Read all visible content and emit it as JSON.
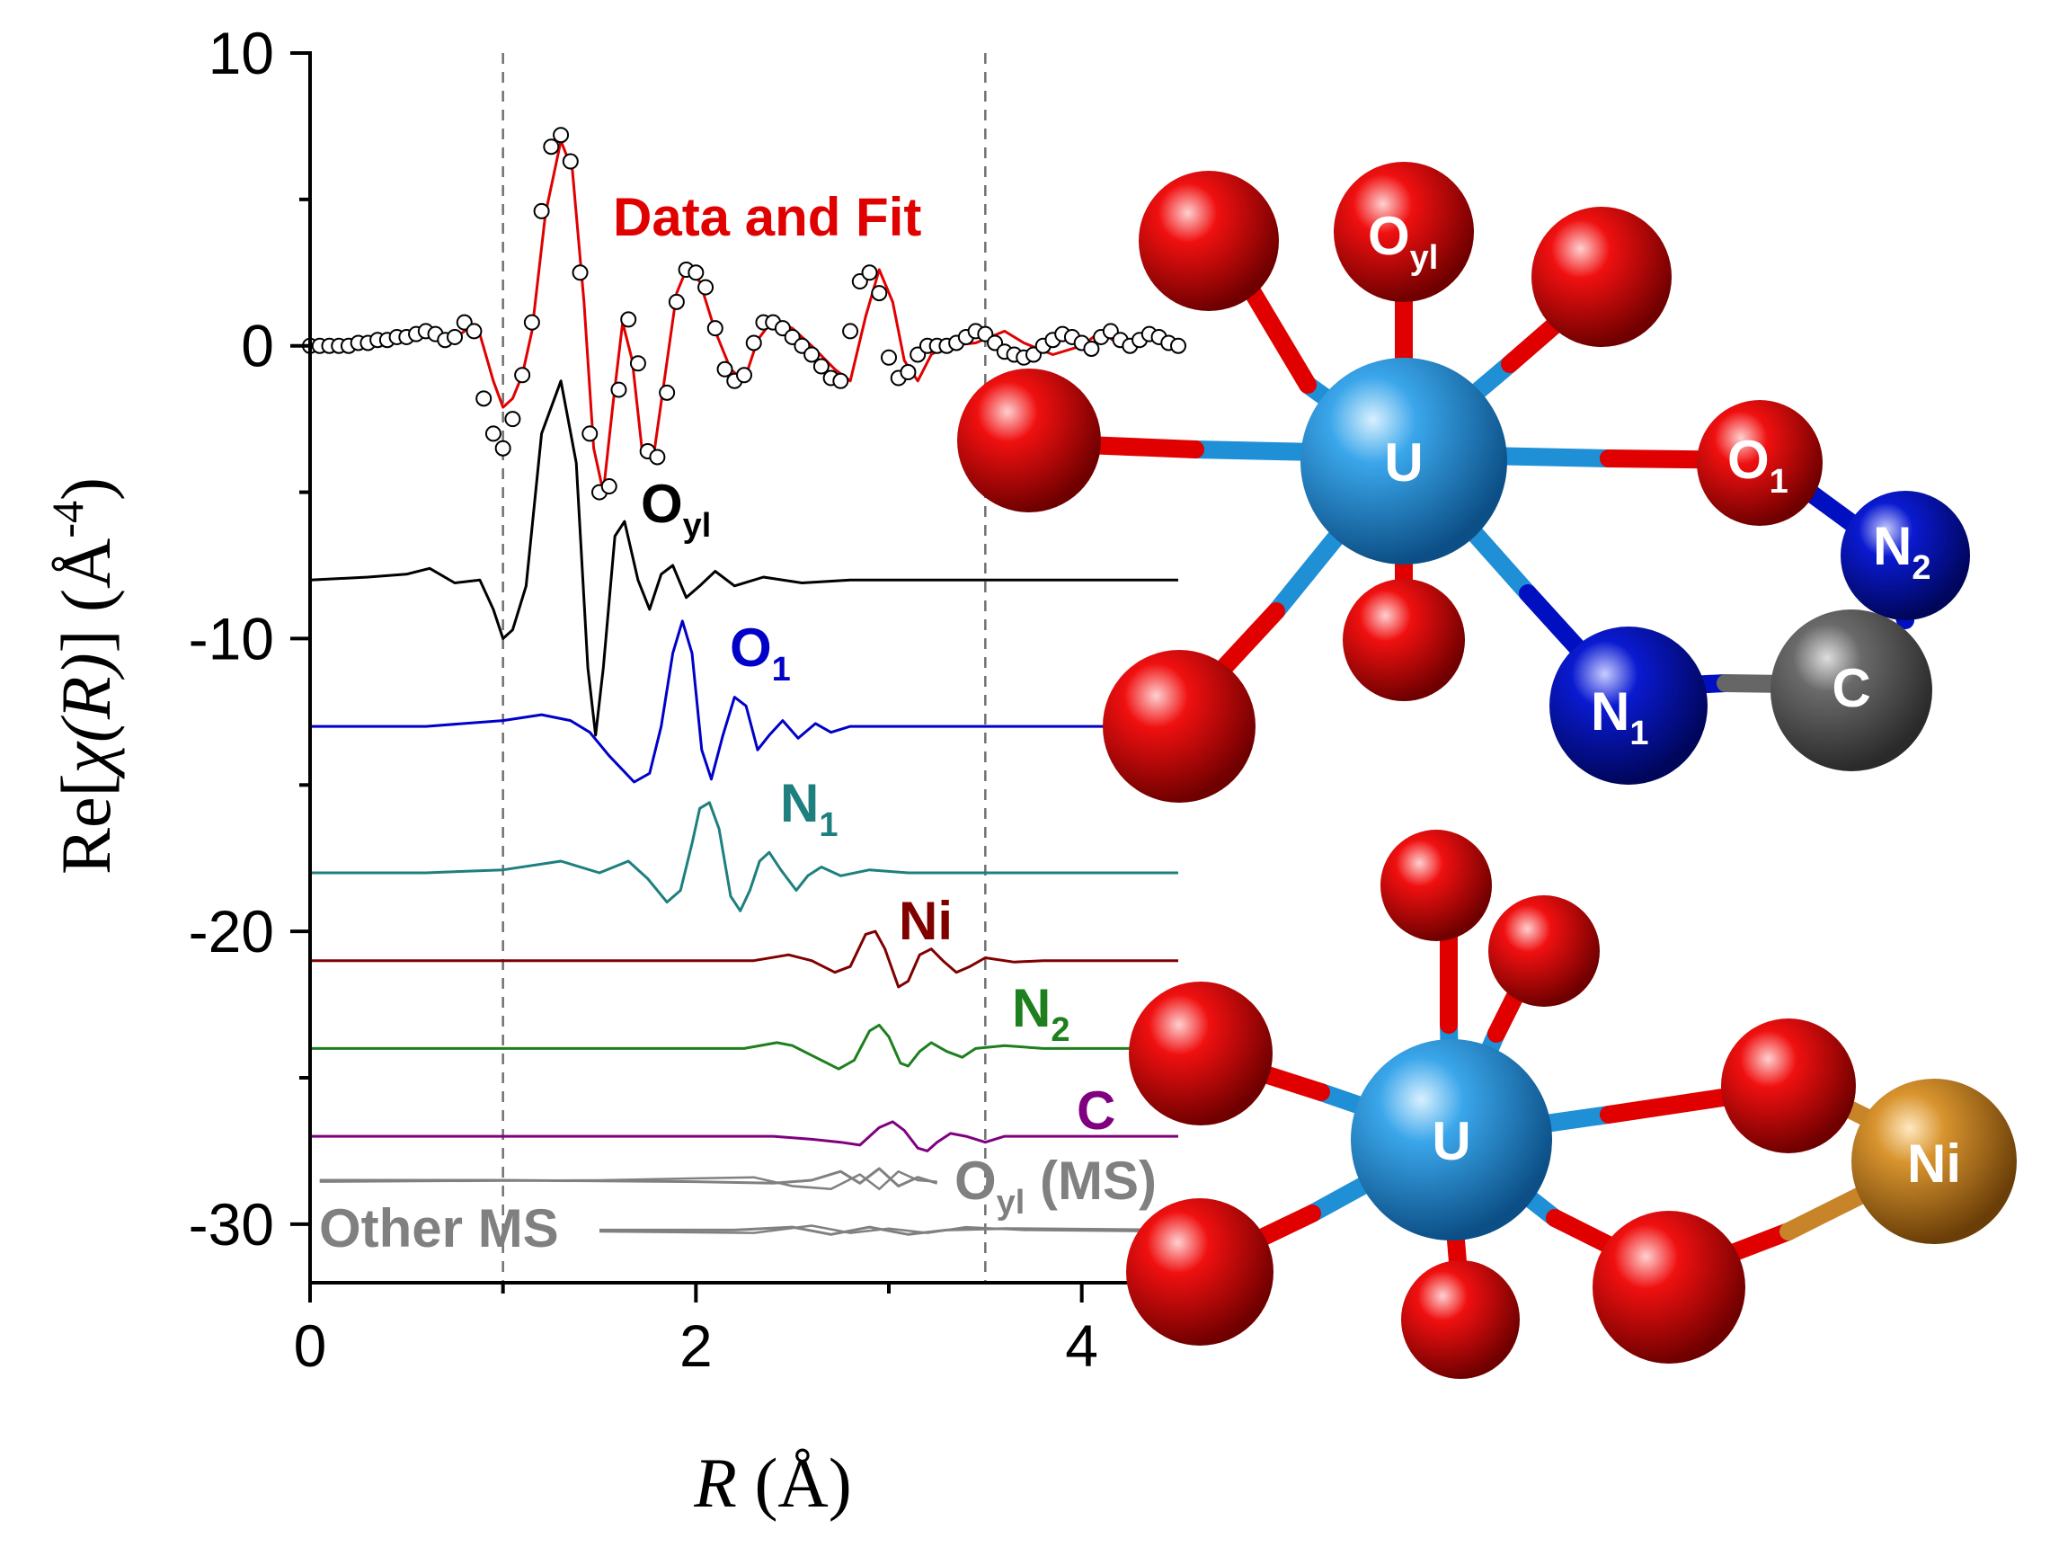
{
  "chart_data": {
    "type": "line",
    "xlabel_var": "R",
    "xlabel_unit": "(Å)",
    "ylabel_prefix": "Re[",
    "ylabel_var": "χ(R)",
    "ylabel_suffix": "] (Å",
    "ylabel_exp": "-4",
    "ylabel_close": ")",
    "xlim": [
      0,
      4.5
    ],
    "ylim": [
      -32,
      10
    ],
    "x_ticks": [
      0,
      2,
      4
    ],
    "x_tick_labels": [
      "0",
      "2",
      "4"
    ],
    "y_ticks": [
      10,
      0,
      -10,
      -20,
      -30
    ],
    "y_tick_labels": [
      "10",
      "0",
      "-10",
      "-20",
      "-30"
    ],
    "fit_window": [
      1.0,
      3.5
    ],
    "grid": false,
    "series": [
      {
        "key": "data_fit",
        "name": "Data and Fit",
        "color": "#e00000",
        "offset": 0,
        "points": [
          [
            0,
            0
          ],
          [
            0.3,
            0.1
          ],
          [
            0.5,
            0.3
          ],
          [
            0.62,
            0.5
          ],
          [
            0.72,
            0.1
          ],
          [
            0.82,
            0.6
          ],
          [
            0.88,
            0.4
          ],
          [
            0.95,
            -1.2
          ],
          [
            1.0,
            -2.1
          ],
          [
            1.05,
            -1.8
          ],
          [
            1.1,
            -1.0
          ],
          [
            1.15,
            0.5
          ],
          [
            1.22,
            4.5
          ],
          [
            1.3,
            7.0
          ],
          [
            1.36,
            6.0
          ],
          [
            1.42,
            1.5
          ],
          [
            1.47,
            -3.5
          ],
          [
            1.52,
            -5.0
          ],
          [
            1.57,
            -2.0
          ],
          [
            1.62,
            0.8
          ],
          [
            1.67,
            -0.5
          ],
          [
            1.72,
            -3.5
          ],
          [
            1.78,
            -3.8
          ],
          [
            1.84,
            -1.0
          ],
          [
            1.9,
            1.8
          ],
          [
            1.95,
            2.6
          ],
          [
            2.02,
            2.2
          ],
          [
            2.1,
            0.5
          ],
          [
            2.18,
            -0.8
          ],
          [
            2.25,
            -1.2
          ],
          [
            2.32,
            0.2
          ],
          [
            2.4,
            0.9
          ],
          [
            2.5,
            0.6
          ],
          [
            2.6,
            0.0
          ],
          [
            2.72,
            -0.8
          ],
          [
            2.8,
            -1.2
          ],
          [
            2.88,
            1.0
          ],
          [
            2.95,
            2.6
          ],
          [
            3.02,
            1.5
          ],
          [
            3.08,
            -0.5
          ],
          [
            3.15,
            -1.2
          ],
          [
            3.22,
            -0.3
          ],
          [
            3.3,
            0.0
          ],
          [
            3.45,
            0.1
          ],
          [
            3.6,
            0.5
          ],
          [
            3.7,
            0.1
          ],
          [
            3.85,
            -0.3
          ],
          [
            4.0,
            0.0
          ],
          [
            4.1,
            0.5
          ],
          [
            4.2,
            0.0
          ],
          [
            4.35,
            0.4
          ],
          [
            4.5,
            0.0
          ]
        ],
        "data_x": [
          0,
          0.05,
          0.1,
          0.15,
          0.2,
          0.25,
          0.3,
          0.35,
          0.4,
          0.45,
          0.5,
          0.55,
          0.6,
          0.65,
          0.7,
          0.75,
          0.8,
          0.85,
          0.9,
          0.95,
          1.0,
          1.05,
          1.1,
          1.15,
          1.2,
          1.25,
          1.3,
          1.35,
          1.4,
          1.45,
          1.5,
          1.55,
          1.6,
          1.65,
          1.7,
          1.75,
          1.8,
          1.85,
          1.9,
          1.95,
          2.0,
          2.05,
          2.1,
          2.15,
          2.2,
          2.25,
          2.3,
          2.35,
          2.4,
          2.45,
          2.5,
          2.55,
          2.6,
          2.65,
          2.7,
          2.75,
          2.8,
          2.85,
          2.9,
          2.95,
          3.0,
          3.05,
          3.1,
          3.15,
          3.2,
          3.25,
          3.3,
          3.35,
          3.4,
          3.45,
          3.5,
          3.55,
          3.6,
          3.65,
          3.7,
          3.75,
          3.8,
          3.85,
          3.9,
          3.95,
          4.0,
          4.05,
          4.1,
          4.15,
          4.2,
          4.25,
          4.3,
          4.35,
          4.4,
          4.45,
          4.5
        ],
        "data_y": [
          0,
          0,
          0,
          0,
          0,
          0.1,
          0.1,
          0.2,
          0.2,
          0.3,
          0.3,
          0.4,
          0.5,
          0.4,
          0.2,
          0.3,
          0.8,
          0.5,
          -1.8,
          -3.0,
          -3.5,
          -2.5,
          -1.0,
          0.8,
          4.6,
          6.8,
          7.2,
          6.3,
          2.5,
          -3.0,
          -5.0,
          -4.8,
          -1.5,
          0.9,
          -0.6,
          -3.6,
          -3.8,
          -1.6,
          1.5,
          2.6,
          2.5,
          2.0,
          0.6,
          -0.8,
          -1.2,
          -1.0,
          0.1,
          0.8,
          0.8,
          0.6,
          0.3,
          0.0,
          -0.3,
          -0.7,
          -1.1,
          -1.2,
          0.5,
          2.2,
          2.5,
          1.8,
          -0.4,
          -1.1,
          -0.9,
          -0.3,
          0.0,
          0.0,
          0.0,
          0.1,
          0.3,
          0.5,
          0.4,
          0.1,
          -0.2,
          -0.3,
          -0.4,
          -0.3,
          0.0,
          0.2,
          0.4,
          0.3,
          0.1,
          -0.1,
          0.3,
          0.5,
          0.2,
          0.0,
          0.2,
          0.4,
          0.3,
          0.1,
          0.0
        ]
      },
      {
        "key": "oyl",
        "name": "O",
        "name_sub": "yl",
        "color": "#000000",
        "offset": -8,
        "points": [
          [
            0,
            -8.0
          ],
          [
            0.3,
            -7.9
          ],
          [
            0.5,
            -7.8
          ],
          [
            0.62,
            -7.6
          ],
          [
            0.75,
            -8.1
          ],
          [
            0.88,
            -8.0
          ],
          [
            0.95,
            -9.0
          ],
          [
            1.0,
            -10.0
          ],
          [
            1.05,
            -9.7
          ],
          [
            1.12,
            -8.2
          ],
          [
            1.2,
            -3.0
          ],
          [
            1.3,
            -1.2
          ],
          [
            1.38,
            -4.0
          ],
          [
            1.44,
            -11.0
          ],
          [
            1.48,
            -13.3
          ],
          [
            1.52,
            -11.0
          ],
          [
            1.58,
            -6.5
          ],
          [
            1.63,
            -6.0
          ],
          [
            1.7,
            -8.0
          ],
          [
            1.76,
            -9.0
          ],
          [
            1.82,
            -7.8
          ],
          [
            1.88,
            -7.5
          ],
          [
            1.95,
            -8.6
          ],
          [
            2.02,
            -8.2
          ],
          [
            2.1,
            -7.7
          ],
          [
            2.2,
            -8.2
          ],
          [
            2.35,
            -7.9
          ],
          [
            2.55,
            -8.1
          ],
          [
            2.8,
            -8.0
          ],
          [
            3.2,
            -8.0
          ],
          [
            3.6,
            -8.0
          ],
          [
            4.5,
            -8.0
          ]
        ]
      },
      {
        "key": "o1",
        "name": "O",
        "name_sub": "1",
        "color": "#0000c8",
        "offset": -13,
        "points": [
          [
            0,
            -13.0
          ],
          [
            0.6,
            -13.0
          ],
          [
            1.0,
            -12.8
          ],
          [
            1.2,
            -12.6
          ],
          [
            1.35,
            -12.8
          ],
          [
            1.45,
            -13.2
          ],
          [
            1.55,
            -14.0
          ],
          [
            1.68,
            -14.9
          ],
          [
            1.76,
            -14.6
          ],
          [
            1.82,
            -13.0
          ],
          [
            1.88,
            -10.5
          ],
          [
            1.93,
            -9.4
          ],
          [
            1.98,
            -10.5
          ],
          [
            2.03,
            -13.8
          ],
          [
            2.08,
            -14.8
          ],
          [
            2.14,
            -13.3
          ],
          [
            2.2,
            -12.0
          ],
          [
            2.26,
            -12.3
          ],
          [
            2.32,
            -13.8
          ],
          [
            2.38,
            -13.3
          ],
          [
            2.45,
            -12.8
          ],
          [
            2.53,
            -13.4
          ],
          [
            2.62,
            -12.9
          ],
          [
            2.7,
            -13.2
          ],
          [
            2.8,
            -13.0
          ],
          [
            3.2,
            -13.0
          ],
          [
            3.6,
            -13.0
          ],
          [
            4.5,
            -13.0
          ]
        ]
      },
      {
        "key": "n1",
        "name": "N",
        "name_sub": "1",
        "color": "#1e7f7f",
        "offset": -18,
        "points": [
          [
            0,
            -18.0
          ],
          [
            0.6,
            -18.0
          ],
          [
            1.0,
            -17.9
          ],
          [
            1.3,
            -17.6
          ],
          [
            1.5,
            -18.0
          ],
          [
            1.65,
            -17.6
          ],
          [
            1.75,
            -18.2
          ],
          [
            1.85,
            -19.0
          ],
          [
            1.92,
            -18.6
          ],
          [
            1.98,
            -17.0
          ],
          [
            2.02,
            -15.8
          ],
          [
            2.07,
            -15.6
          ],
          [
            2.12,
            -16.5
          ],
          [
            2.18,
            -18.8
          ],
          [
            2.23,
            -19.3
          ],
          [
            2.28,
            -18.6
          ],
          [
            2.33,
            -17.6
          ],
          [
            2.38,
            -17.3
          ],
          [
            2.44,
            -17.9
          ],
          [
            2.52,
            -18.6
          ],
          [
            2.58,
            -18.1
          ],
          [
            2.65,
            -17.8
          ],
          [
            2.75,
            -18.1
          ],
          [
            2.9,
            -17.9
          ],
          [
            3.1,
            -18.0
          ],
          [
            4.5,
            -18.0
          ]
        ]
      },
      {
        "key": "ni",
        "name": "Ni",
        "name_sub": "",
        "color": "#800000",
        "offset": -21,
        "points": [
          [
            0,
            -21.0
          ],
          [
            1.5,
            -21.0
          ],
          [
            2.3,
            -21.0
          ],
          [
            2.48,
            -20.8
          ],
          [
            2.6,
            -21.0
          ],
          [
            2.72,
            -21.4
          ],
          [
            2.8,
            -21.2
          ],
          [
            2.88,
            -20.1
          ],
          [
            2.93,
            -20.0
          ],
          [
            2.98,
            -20.6
          ],
          [
            3.05,
            -21.9
          ],
          [
            3.1,
            -21.7
          ],
          [
            3.16,
            -20.8
          ],
          [
            3.22,
            -20.6
          ],
          [
            3.28,
            -21.0
          ],
          [
            3.35,
            -21.4
          ],
          [
            3.42,
            -21.2
          ],
          [
            3.5,
            -20.9
          ],
          [
            3.65,
            -21.05
          ],
          [
            3.8,
            -21.0
          ],
          [
            4.5,
            -21.0
          ]
        ]
      },
      {
        "key": "n2",
        "name": "N",
        "name_sub": "2",
        "color": "#1e7f1e",
        "offset": -24,
        "points": [
          [
            0,
            -24.0
          ],
          [
            1.5,
            -24.0
          ],
          [
            2.25,
            -24.0
          ],
          [
            2.42,
            -23.8
          ],
          [
            2.5,
            -23.9
          ],
          [
            2.62,
            -24.3
          ],
          [
            2.74,
            -24.7
          ],
          [
            2.82,
            -24.4
          ],
          [
            2.9,
            -23.4
          ],
          [
            2.95,
            -23.2
          ],
          [
            3.0,
            -23.6
          ],
          [
            3.06,
            -24.5
          ],
          [
            3.1,
            -24.6
          ],
          [
            3.16,
            -24.1
          ],
          [
            3.22,
            -23.8
          ],
          [
            3.3,
            -24.1
          ],
          [
            3.38,
            -24.3
          ],
          [
            3.45,
            -24.0
          ],
          [
            3.6,
            -23.9
          ],
          [
            3.8,
            -24.0
          ],
          [
            4.5,
            -24.0
          ]
        ]
      },
      {
        "key": "c",
        "name": "C",
        "name_sub": "",
        "color": "#800080",
        "offset": -27,
        "points": [
          [
            0,
            -27.0
          ],
          [
            1.5,
            -27.0
          ],
          [
            2.4,
            -27.0
          ],
          [
            2.6,
            -27.1
          ],
          [
            2.75,
            -27.2
          ],
          [
            2.85,
            -27.3
          ],
          [
            2.95,
            -26.7
          ],
          [
            3.02,
            -26.5
          ],
          [
            3.08,
            -26.8
          ],
          [
            3.15,
            -27.4
          ],
          [
            3.2,
            -27.5
          ],
          [
            3.25,
            -27.2
          ],
          [
            3.32,
            -26.9
          ],
          [
            3.4,
            -27.0
          ],
          [
            3.5,
            -27.2
          ],
          [
            3.6,
            -27.0
          ],
          [
            3.8,
            -27.0
          ],
          [
            4.5,
            -27.0
          ]
        ]
      },
      {
        "key": "oyl_ms",
        "name": "O",
        "name_sub": "yl",
        "name_suffix": " (MS)",
        "color": "#808080",
        "offset": -28.5,
        "points": [
          [
            0.05,
            -28.5
          ],
          [
            1.0,
            -28.5
          ],
          [
            2.0,
            -28.55
          ],
          [
            2.4,
            -28.6
          ],
          [
            2.6,
            -28.5
          ],
          [
            2.75,
            -28.2
          ],
          [
            2.85,
            -28.6
          ],
          [
            2.95,
            -28.1
          ],
          [
            3.05,
            -28.7
          ],
          [
            3.15,
            -28.4
          ],
          [
            3.25,
            -28.6
          ]
        ],
        "points_b": [
          [
            0.05,
            -28.55
          ],
          [
            1.5,
            -28.5
          ],
          [
            2.3,
            -28.4
          ],
          [
            2.5,
            -28.7
          ],
          [
            2.7,
            -28.8
          ],
          [
            2.85,
            -28.3
          ],
          [
            2.95,
            -28.8
          ],
          [
            3.05,
            -28.2
          ],
          [
            3.15,
            -28.5
          ],
          [
            3.25,
            -28.55
          ]
        ]
      },
      {
        "key": "other_ms",
        "name": "Other MS",
        "name_sub": "",
        "color": "#808080",
        "offset": -30.2,
        "points": [
          [
            1.5,
            -30.2
          ],
          [
            2.2,
            -30.2
          ],
          [
            2.5,
            -30.1
          ],
          [
            2.7,
            -30.35
          ],
          [
            2.9,
            -30.1
          ],
          [
            3.1,
            -30.35
          ],
          [
            3.3,
            -30.2
          ],
          [
            3.6,
            -30.15
          ],
          [
            4.5,
            -30.2
          ]
        ],
        "points_b": [
          [
            1.5,
            -30.25
          ],
          [
            2.3,
            -30.3
          ],
          [
            2.6,
            -30.05
          ],
          [
            2.8,
            -30.3
          ],
          [
            3.0,
            -30.15
          ],
          [
            3.2,
            -30.3
          ],
          [
            3.4,
            -30.1
          ],
          [
            3.7,
            -30.2
          ],
          [
            4.5,
            -30.25
          ]
        ]
      }
    ]
  },
  "structures": {
    "top": {
      "u_label": "U",
      "oyl_label": "O",
      "oyl_sub": "yl",
      "o1_label": "O",
      "o1_sub": "1",
      "n1_label": "N",
      "n1_sub": "1",
      "n2_label": "N",
      "n2_sub": "2",
      "c_label": "C"
    },
    "bottom": {
      "u_label": "U",
      "ni_label": "Ni"
    },
    "colors": {
      "uranium": "#1f8fd6",
      "oxygen": "#e00000",
      "nitrogen": "#0010c0",
      "carbon": "#666666",
      "nickel": "#c88428"
    }
  }
}
